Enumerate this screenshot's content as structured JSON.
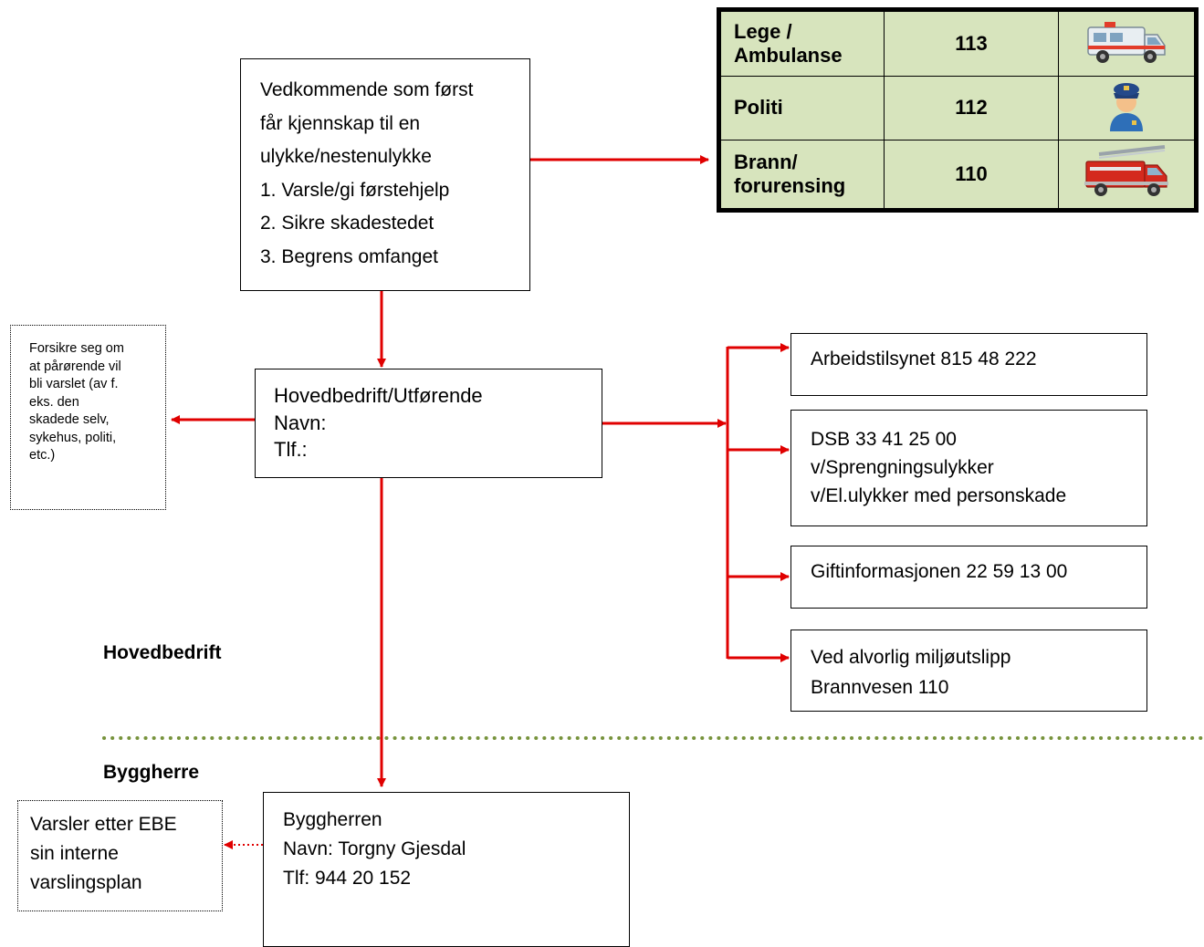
{
  "emergency_table": {
    "rows": [
      {
        "service": "Lege / Ambulanse",
        "service_lines": [
          "Lege /",
          "Ambulanse"
        ],
        "number": "113",
        "icon": "ambulance-icon"
      },
      {
        "service": "Politi",
        "service_lines": [
          "Politi"
        ],
        "number": "112",
        "icon": "police-officer-icon"
      },
      {
        "service": "Brann/ forurensing",
        "service_lines": [
          "Brann/",
          "forurensing"
        ],
        "number": "110",
        "icon": "fire-truck-icon"
      }
    ]
  },
  "first_person_box": {
    "lines": [
      "Vedkommende som først",
      "får kjennskap til en",
      "ulykke/nestenulykke",
      "1. Varsle/gi førstehjelp",
      "2. Sikre skadestedet",
      "3. Begrens omfanget"
    ]
  },
  "relatives_note": {
    "lines": [
      "Forsikre seg om",
      "at pårørende vil",
      "bli varslet (av f.",
      "eks. den",
      "skadede selv,",
      "sykehus, politi,",
      "etc.)"
    ]
  },
  "main_company_box": {
    "lines": [
      "Hovedbedrift/Utførende",
      "Navn:",
      "Tlf.:"
    ]
  },
  "contacts": [
    {
      "lines": [
        "Arbeidstilsynet 815 48 222"
      ]
    },
    {
      "lines": [
        "DSB 33 41 25 00",
        "v/Sprengningsulykker",
        "v/El.ulykker med personskade"
      ]
    },
    {
      "lines": [
        "Giftinformasjonen 22 59 13 00"
      ]
    },
    {
      "lines": [
        "Ved alvorlig miljøutslipp",
        "Brannvesen 110"
      ]
    }
  ],
  "section_labels": {
    "hovedbedrift": "Hovedbedrift",
    "byggherre": "Byggherre"
  },
  "builder_box": {
    "lines": [
      "Byggherren",
      "Navn: Torgny Gjesdal",
      "Tlf:  944 20 152"
    ]
  },
  "ebe_note": {
    "lines": [
      "Varsler etter EBE",
      "sin interne",
      "varslingsplan"
    ]
  },
  "colors": {
    "arrow": "#e00000",
    "divider": "#77933c",
    "table_fill": "#d7e4bd"
  }
}
